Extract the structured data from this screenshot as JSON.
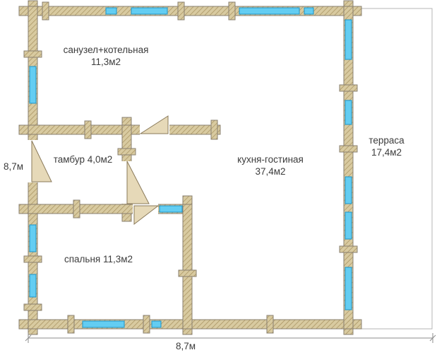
{
  "rooms": [
    {
      "line1": "санузел+котельная",
      "line2": "11,3м2"
    },
    {
      "line1": "тамбур 4,0м2"
    },
    {
      "line1": "кухня-гостиная",
      "line2": "37,4м2"
    },
    {
      "line1": "спальня 11,3м2"
    },
    {
      "line1": "терраса",
      "line2": "17,4м2"
    }
  ],
  "dimensions": {
    "left": "8,7м",
    "bottom": "8,7м"
  },
  "colors": {
    "wall_fill": "#d8caa0",
    "wall_hatch": "#a6905e",
    "wall_border": "#8a8070",
    "window_fill": "#63cdf2",
    "window_border": "#1d94c8",
    "door_fill": "#e6d9b8",
    "door_border": "#8a7a5a",
    "text": "#3c3c3c"
  }
}
